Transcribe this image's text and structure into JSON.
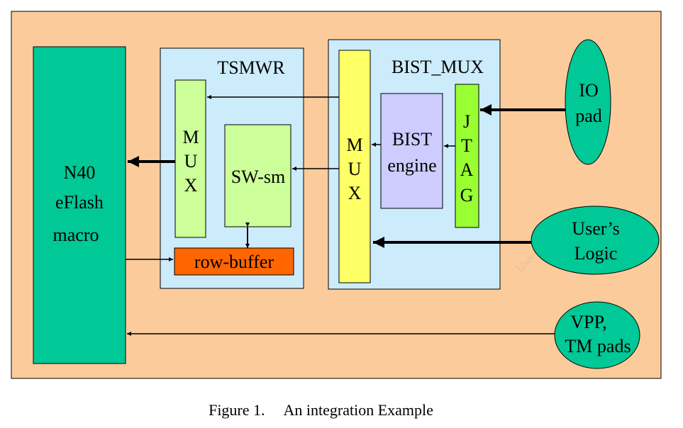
{
  "blocks": {
    "eflash": {
      "lines": [
        "N40",
        "eFlash",
        "macro"
      ]
    },
    "tsmwr": {
      "title": "TSMWR",
      "mux_letters": [
        "M",
        "U",
        "X"
      ],
      "swsm": "SW-sm",
      "row_buffer": "row-buffer"
    },
    "bist_mux": {
      "title": "BIST_MUX",
      "mux_letters": [
        "M",
        "U",
        "X"
      ],
      "bist_engine": [
        "BIST",
        "engine"
      ],
      "jtag_letters": [
        "J",
        "T",
        "A",
        "G"
      ]
    },
    "io_pad": [
      "IO",
      "pad"
    ],
    "users_logic": [
      "User’s",
      "Logic"
    ],
    "vpp_pads": [
      "VPP,",
      "TM pads"
    ]
  },
  "watermark": "User ID: 2887",
  "caption": {
    "number": "Figure 1.",
    "text": "An integration Example"
  },
  "colors": {
    "background": "#FBCB9B",
    "eflash": "#00C896",
    "container": "#CCEBFB",
    "mux_green": "#CCFF99",
    "row_buffer": "#FF6600",
    "bist_mux_yellow": "#FFFF66",
    "bist_engine": "#CCCCFF",
    "jtag": "#99FF33",
    "pads": "#00C896"
  }
}
